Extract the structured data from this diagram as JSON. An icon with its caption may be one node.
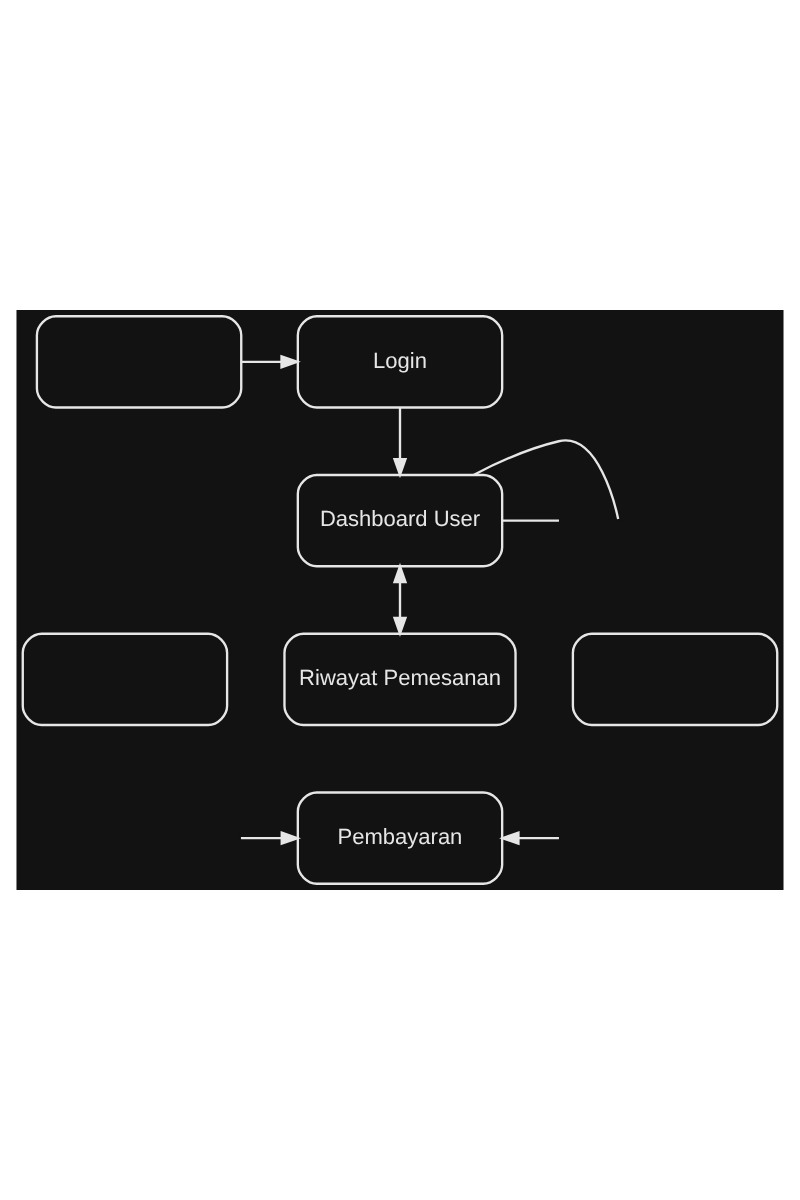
{
  "diagram": {
    "nodes": [
      {
        "text": [],
        "shape": "box"
      },
      {
        "text": [
          "Login"
        ]
      },
      {
        "text": [
          "Dashboard User"
        ]
      },
      {
        "text": [],
        "shape": "box"
      },
      {
        "text": [
          "Riwayat Pemesanan"
        ]
      },
      {
        "text": [],
        "shape": "box"
      },
      {
        "text": [
          "Pembayaran"
        ]
      }
    ],
    "edges": [
      {
        "from": 0,
        "to": 1,
        "arrow": "to"
      },
      {
        "from": 1,
        "to": 2,
        "arrow": "to"
      },
      {
        "from": 2,
        "to": 4,
        "arrow": "both"
      },
      {
        "from": 2,
        "to": null,
        "arrow": "none"
      },
      {
        "from": 2,
        "to": null,
        "arrow": "none"
      },
      {
        "from": null,
        "to": 6,
        "arrow": "to"
      },
      {
        "from": null,
        "to": 6,
        "arrow": "to"
      }
    ]
  }
}
